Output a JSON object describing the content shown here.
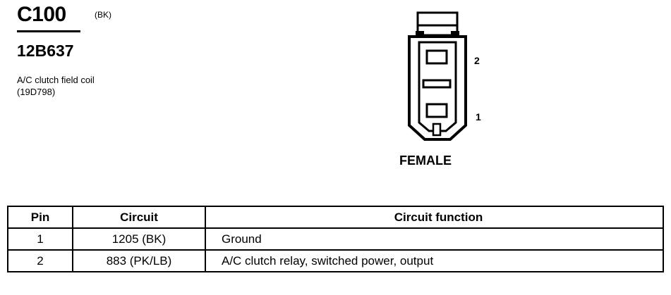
{
  "connector": {
    "id": "C100",
    "color_code": "(BK)",
    "part_number": "12B637",
    "description": "A/C clutch field coil",
    "description_code": "(19D798)",
    "gender": "FEMALE",
    "cavity_labels": [
      "2",
      "1"
    ]
  },
  "table": {
    "headers": [
      "Pin",
      "Circuit",
      "Circuit function"
    ],
    "rows": [
      {
        "pin": "1",
        "circuit": "1205 (BK)",
        "function": "Ground"
      },
      {
        "pin": "2",
        "circuit": "883 (PK/LB)",
        "function": "A/C clutch relay, switched power, output"
      }
    ]
  }
}
